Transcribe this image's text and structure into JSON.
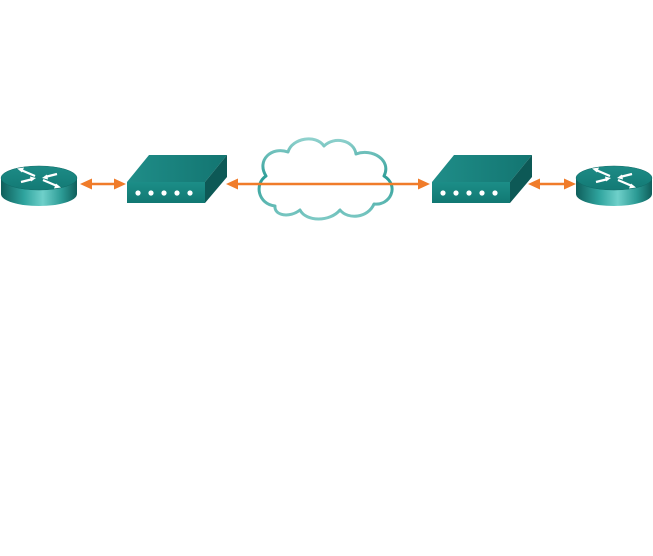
{
  "diagram": {
    "nodes": [
      {
        "id": "router-left",
        "kind": "router",
        "icon": "router-icon"
      },
      {
        "id": "csu-dsu-left",
        "kind": "csu-dsu",
        "icon": "csu-dsu-icon",
        "port_count": 5
      },
      {
        "id": "wan-cloud",
        "kind": "cloud",
        "icon": "cloud-icon"
      },
      {
        "id": "csu-dsu-right",
        "kind": "csu-dsu",
        "icon": "csu-dsu-icon",
        "port_count": 5
      },
      {
        "id": "router-right",
        "kind": "router",
        "icon": "router-icon"
      }
    ],
    "links": [
      {
        "from": "router-left",
        "to": "csu-dsu-left",
        "style": "double-arrow"
      },
      {
        "from": "csu-dsu-left",
        "to": "csu-dsu-right",
        "style": "double-arrow",
        "via": "wan-cloud"
      },
      {
        "from": "csu-dsu-right",
        "to": "router-right",
        "style": "double-arrow"
      }
    ],
    "colors": {
      "device_teal": "#1e8a86",
      "device_dark": "#0e5f5c",
      "device_light": "#5fc2bd",
      "link_orange": "#f07c2a",
      "cloud_stroke": "#3aa6a0",
      "background": "#ffffff"
    }
  }
}
